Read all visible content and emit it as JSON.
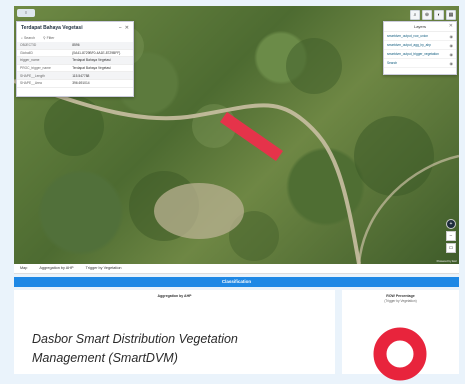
{
  "map": {
    "tag": "≡",
    "toolbar": [
      "⌕",
      "⊕",
      "◐",
      "▦"
    ],
    "attribution": "Powered by Esri"
  },
  "attribute_panel": {
    "title": "Terdapat Bahaya Vegetasi",
    "search_label": "Search",
    "filter_label": "Filter",
    "rows": [
      {
        "k": "OBJECTID",
        "v": "8596"
      },
      {
        "k": "GlobalID",
        "v": "{0A41-8729BF0-4A1E-8729BFF}"
      },
      {
        "k": "trigger_name",
        "v": "Terdapat Bahaya Vegetasi"
      },
      {
        "k": "PROC_trigger_name",
        "v": "Terdapat Bahaya Vegetasi"
      },
      {
        "k": "SHAPE__Length",
        "v": "115.547788"
      },
      {
        "k": "SHAPE__Area",
        "v": "396.691014"
      }
    ]
  },
  "layers_panel": {
    "title": "Layers",
    "close": "✕",
    "items": [
      "smartdvm_output_row_union",
      "smartdvm_output_agg_by_ahp",
      "smartdvm_output_trigger_vegetation",
      "Search"
    ]
  },
  "zoom": [
    "+",
    "−",
    "▭"
  ],
  "tabs": [
    "Map",
    "Aggregation by AHP",
    "Trigger by Vegetation"
  ],
  "classification": {
    "header": "Classification",
    "card1_title": "Aggregation by AHP",
    "card2_title": "ROW Percentage",
    "card2_subtitle": "(Trigger by Vegetation)"
  },
  "caption": {
    "line1": "Dasbor Smart Distribution Vegetation",
    "line2": "Management (SmartDVM)"
  },
  "colors": {
    "accent": "#1e88e5",
    "hazard": "#e5334a",
    "donut": "#e8243c"
  }
}
